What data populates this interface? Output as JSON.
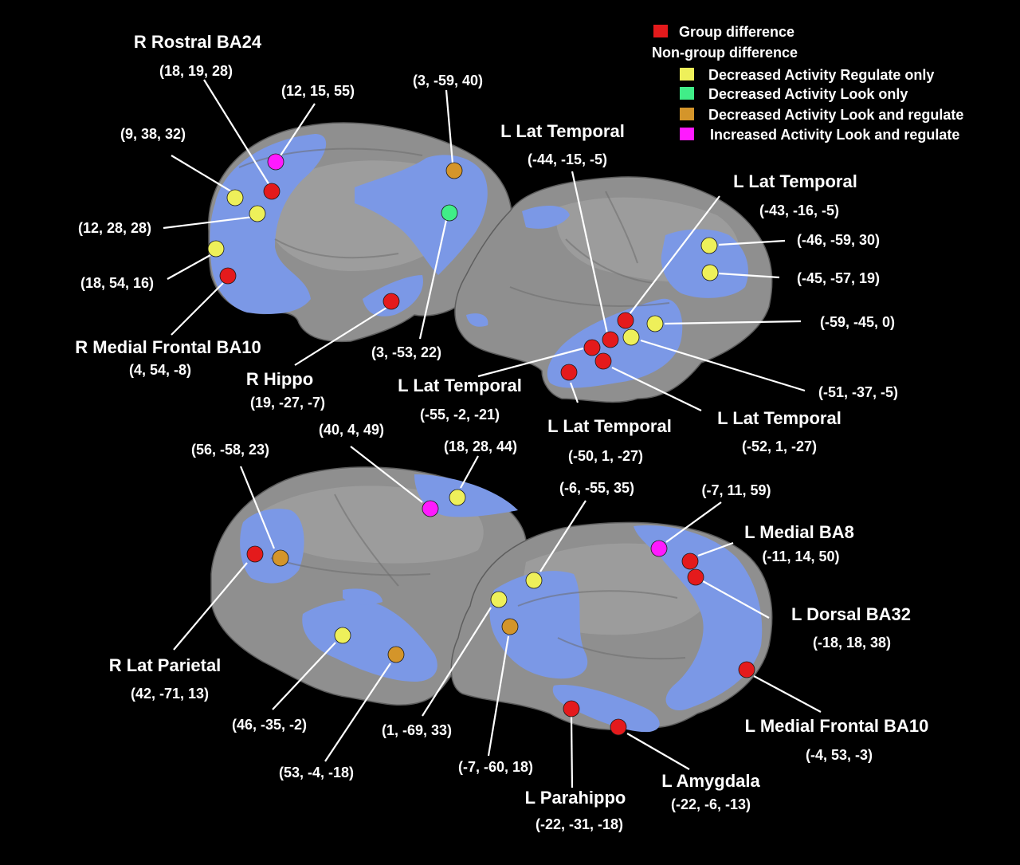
{
  "colors": {
    "background": "#000000",
    "brain_surface": "#8f8f8f",
    "activation": "#7b98e6",
    "label_text": "#ffffff"
  },
  "legend": {
    "group_label": "Group difference",
    "nongroup_label": "Non-group difference",
    "items": [
      {
        "id": "group",
        "label": "Group difference",
        "color": "#e41a1c",
        "shape": "square"
      },
      {
        "id": "regulate",
        "label": "Decreased Activity Regulate only",
        "color": "#eef05a"
      },
      {
        "id": "look",
        "label": "Decreased Activity Look only",
        "color": "#40ee88"
      },
      {
        "id": "both",
        "label": "Decreased Activity Look and regulate",
        "color": "#d4952a"
      },
      {
        "id": "increase",
        "label": "Increased Activity Look and regulate",
        "color": "#ff1aff"
      }
    ]
  },
  "categories": {
    "group": "#e41a1c",
    "regulate": "#eef05a",
    "look": "#40ee88",
    "both": "#d4952a",
    "increase": "#ff1aff"
  },
  "panels": [
    {
      "id": "right-medial",
      "view": "R medial"
    },
    {
      "id": "left-lateral",
      "view": "L lateral"
    },
    {
      "id": "right-lateral",
      "view": "R lateral"
    },
    {
      "id": "left-medial",
      "view": "L medial"
    }
  ],
  "regions": [
    {
      "id": "r-rostral-ba24",
      "name": "R Rostral BA24",
      "coord": "(18, 19, 28)",
      "category": "group"
    },
    {
      "id": "r-12-15-55",
      "name": "",
      "coord": "(12, 15, 55)",
      "category": "increase"
    },
    {
      "id": "r-9-38-32",
      "name": "",
      "coord": "(9, 38, 32)",
      "category": "regulate"
    },
    {
      "id": "r-12-28-28",
      "name": "",
      "coord": "(12, 28, 28)",
      "category": "regulate"
    },
    {
      "id": "r-18-54-16",
      "name": "",
      "coord": "(18, 54, 16)",
      "category": "regulate"
    },
    {
      "id": "r-medial-frontal-ba10",
      "name": "R Medial Frontal BA10",
      "coord": "(4, 54, -8)",
      "category": "group"
    },
    {
      "id": "r-3-59-40",
      "name": "",
      "coord": "(3, -59, 40)",
      "category": "both"
    },
    {
      "id": "r-3-53-22",
      "name": "",
      "coord": "(3, -53, 22)",
      "category": "look"
    },
    {
      "id": "r-hippo",
      "name": "R Hippo",
      "coord": "(19, -27, -7)",
      "category": "group"
    },
    {
      "id": "l-lat-temporal-1",
      "name": "L Lat Temporal",
      "coord": "(-44, -15, -5)",
      "category": "group"
    },
    {
      "id": "l-lat-temporal-2",
      "name": "L Lat Temporal",
      "coord": "(-43, -16, -5)",
      "category": "group"
    },
    {
      "id": "l-46-59-30",
      "name": "",
      "coord": "(-46, -59, 30)",
      "category": "regulate"
    },
    {
      "id": "l-45-57-19",
      "name": "",
      "coord": "(-45, -57, 19)",
      "category": "regulate"
    },
    {
      "id": "l-59-45-0",
      "name": "",
      "coord": "(-59, -45, 0)",
      "category": "regulate"
    },
    {
      "id": "l-51-37-5",
      "name": "",
      "coord": "(-51, -37, -5)",
      "category": "regulate"
    },
    {
      "id": "l-lat-temporal-3",
      "name": "L Lat Temporal",
      "coord": "(-55, -2, -21)",
      "category": "group"
    },
    {
      "id": "l-lat-temporal-4",
      "name": "L Lat Temporal",
      "coord": "(-50, 1, -27)",
      "category": "group"
    },
    {
      "id": "l-lat-temporal-5",
      "name": "L Lat Temporal",
      "coord": "(-52, 1, -27)",
      "category": "group"
    },
    {
      "id": "r-56-58-23",
      "name": "",
      "coord": "(56, -58, 23)",
      "category": "both"
    },
    {
      "id": "r-lat-parietal",
      "name": "R Lat Parietal",
      "coord": "(42, -71, 13)",
      "category": "group"
    },
    {
      "id": "r-40-4-49",
      "name": "",
      "coord": "(40, 4, 49)",
      "category": "increase"
    },
    {
      "id": "r-18-28-44",
      "name": "",
      "coord": "(18, 28, 44)",
      "category": "regulate"
    },
    {
      "id": "r-46-35-2",
      "name": "",
      "coord": "(46, -35, -2)",
      "category": "regulate"
    },
    {
      "id": "r-53-4-18",
      "name": "",
      "coord": "(53, -4, -18)",
      "category": "both"
    },
    {
      "id": "l-6-55-35",
      "name": "",
      "coord": "(-6, -55, 35)",
      "category": "regulate"
    },
    {
      "id": "l-1-69-33",
      "name": "",
      "coord": "(1, -69, 33)",
      "category": "regulate"
    },
    {
      "id": "l-7-60-18",
      "name": "",
      "coord": "(-7, -60, 18)",
      "category": "both"
    },
    {
      "id": "l-7-11-59",
      "name": "",
      "coord": "(-7, 11, 59)",
      "category": "increase"
    },
    {
      "id": "l-medial-ba8",
      "name": "L Medial BA8",
      "coord": "(-11, 14, 50)",
      "category": "group"
    },
    {
      "id": "l-dorsal-ba32",
      "name": "L Dorsal BA32",
      "coord": "(-18, 18, 38)",
      "category": "group"
    },
    {
      "id": "l-medial-frontal-ba10",
      "name": "L Medial Frontal BA10",
      "coord": "(-4, 53, -3)",
      "category": "group"
    },
    {
      "id": "l-parahippo",
      "name": "L Parahippo",
      "coord": "(-22, -31, -18)",
      "category": "group"
    },
    {
      "id": "l-amygdala",
      "name": "L Amygdala",
      "coord": "(-22, -6, -13)",
      "category": "group"
    }
  ]
}
